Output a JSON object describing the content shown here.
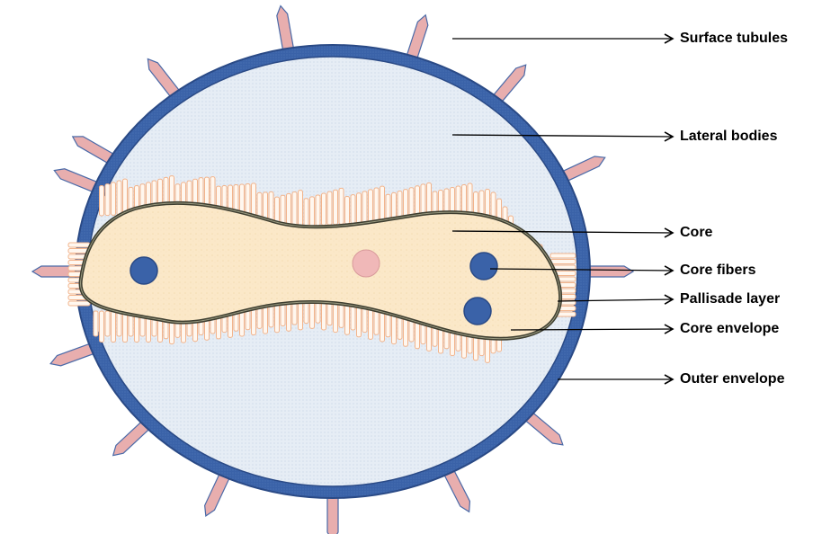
{
  "colors": {
    "outer_ring": "#3a62a8",
    "outer_ring_edge": "#2a4a86",
    "interior": "#dfe8f1",
    "core_fill": "#fbe8c8",
    "core_outline": "#4a4a3a",
    "palisade": "#f2b48c",
    "tubule_fill": "#e8aeae",
    "tubule_edge": "#4a6aa8",
    "fiber_blue": "#3a62a8",
    "fiber_pink": "#f0b8b8"
  },
  "labels": {
    "surface_tubules": "Surface tubules",
    "lateral_bodies": "Lateral bodies",
    "core": "Core",
    "core_fibers": "Core fibers",
    "pallisade_layer": "Pallisade layer",
    "core_envelope": "Core envelope",
    "outer_envelope": "Outer envelope"
  }
}
